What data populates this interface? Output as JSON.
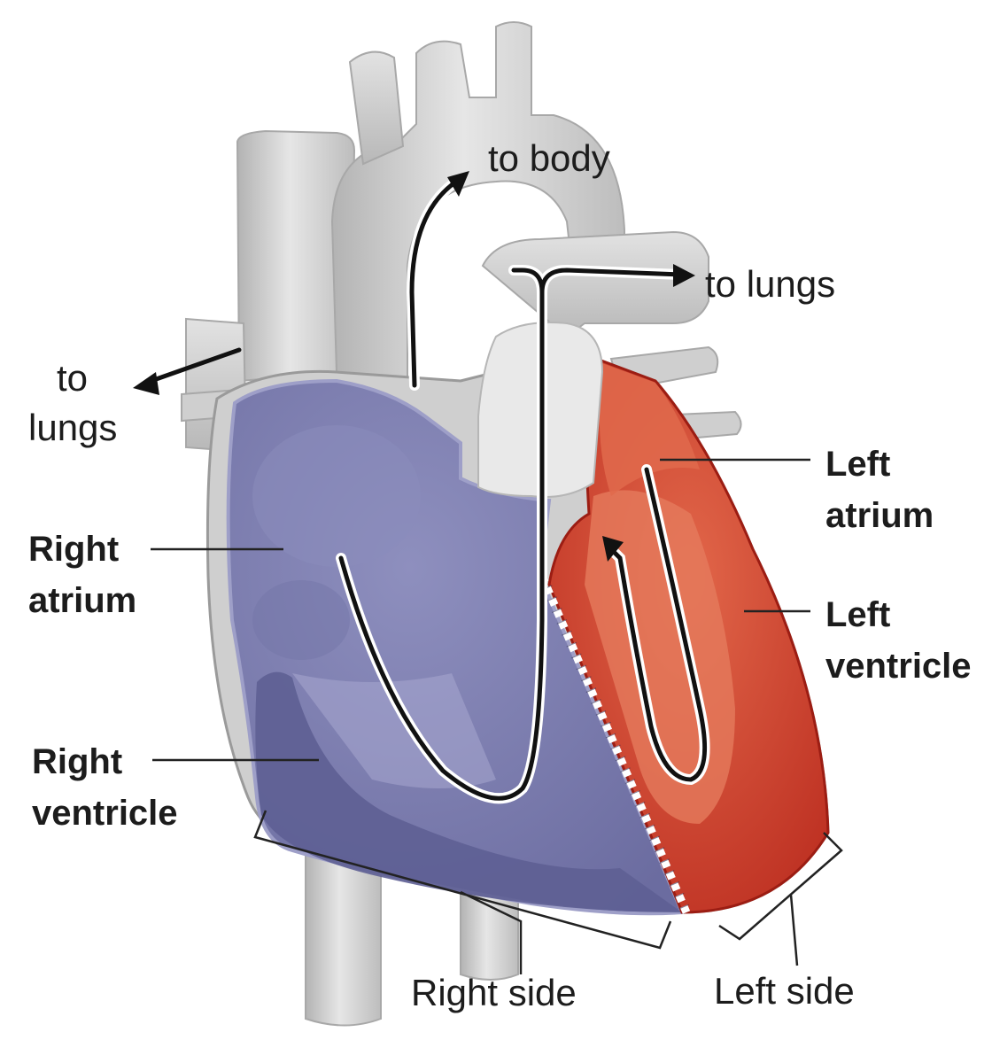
{
  "labels": {
    "to_body": "to body",
    "to_lungs_right": "to lungs",
    "to_lungs_left_line1": "to",
    "to_lungs_left_line2": "lungs",
    "right_atrium_line1": "Right",
    "right_atrium_line2": "atrium",
    "right_ventricle_line1": "Right",
    "right_ventricle_line2": "ventricle",
    "left_atrium_line1": "Left",
    "left_atrium_line2": "atrium",
    "left_ventricle_line1": "Left",
    "left_ventricle_line2": "ventricle",
    "right_side": "Right side",
    "left_side": "Left side"
  },
  "colors": {
    "deoxygenated": "#7d7eae",
    "deoxygenated_dark": "#5e5f93",
    "oxygenated": "#d6523a",
    "oxygenated_dark": "#b8281c",
    "vessel": "#d9d9d9",
    "vessel_shade": "#b9b9b9",
    "arrow": "#111111"
  }
}
